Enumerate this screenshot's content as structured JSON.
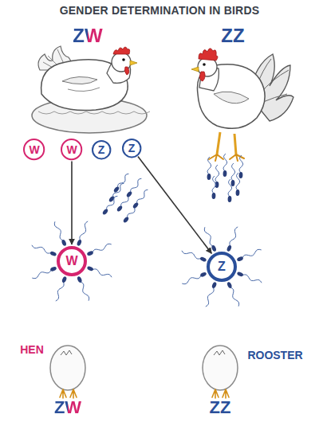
{
  "diagram": {
    "title": "GENDER DETERMINATION IN BIRDS",
    "nodes": [
      {
        "text": [
          "W"
        ]
      },
      {
        "text": [
          "W"
        ]
      },
      {
        "text": [
          "Z"
        ]
      },
      {
        "text": [
          "Z"
        ]
      },
      {
        "text": [
          "W"
        ]
      },
      {
        "text": [
          "Z"
        ]
      }
    ],
    "edges": [
      {
        "from": 1,
        "to": 4,
        "arrow": "to"
      },
      {
        "from": 3,
        "to": 5,
        "arrow": "to"
      }
    ],
    "labels": [
      "ZW",
      "ZZ",
      "HEN",
      "ZW",
      "ROOSTER",
      "ZZ"
    ]
  }
}
